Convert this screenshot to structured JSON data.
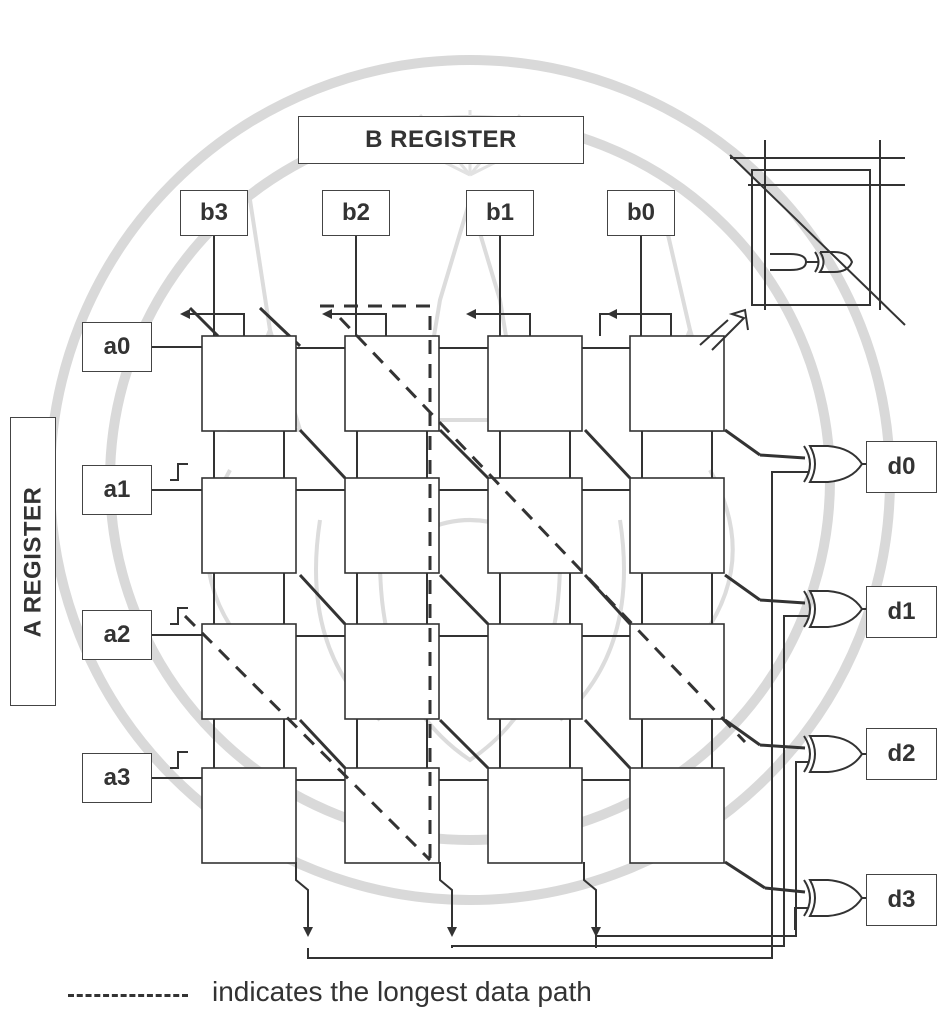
{
  "diagram": {
    "b_register_label": "B REGISTER",
    "a_register_label": "A REGISTER",
    "b_inputs": [
      "b3",
      "b2",
      "b1",
      "b0"
    ],
    "a_inputs": [
      "a0",
      "a1",
      "a2",
      "a3"
    ],
    "d_outputs": [
      "d0",
      "d1",
      "d2",
      "d3"
    ],
    "legend_text": "indicates the longest data path"
  },
  "colors": {
    "line": "#333333",
    "watermark": "#d9d9d9"
  }
}
